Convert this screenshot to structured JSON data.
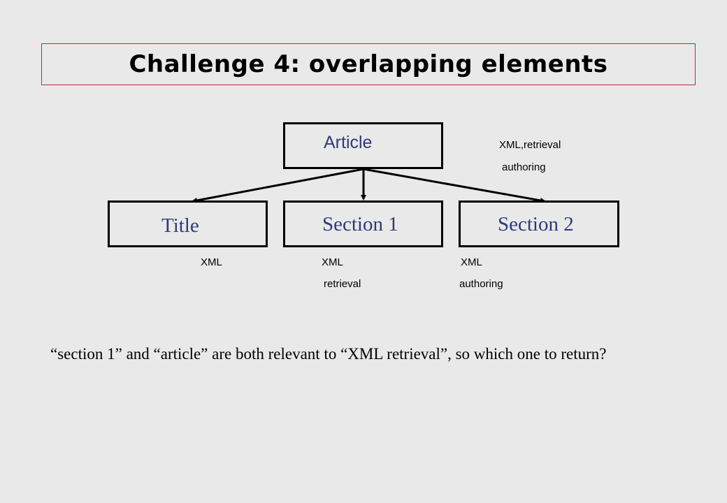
{
  "slide": {
    "title": "Challenge 4: overlapping elements",
    "question": "“section 1” and “article” are both relevant to “XML retrieval”, so which one to return?"
  },
  "tree": {
    "root": {
      "label": "Article",
      "terms_line1": "XML,retrieval",
      "terms_line2": "authoring"
    },
    "children": [
      {
        "label": "Title",
        "terms_line1": "XML",
        "terms_line2": ""
      },
      {
        "label": "Section 1",
        "terms_line1": "XML",
        "terms_line2": "retrieval"
      },
      {
        "label": "Section 2",
        "terms_line1": "XML",
        "terms_line2": "authoring"
      }
    ]
  },
  "colors": {
    "background": "#e9e9e9",
    "title_border": "#b03030",
    "node_label": "#2e3a7a"
  }
}
